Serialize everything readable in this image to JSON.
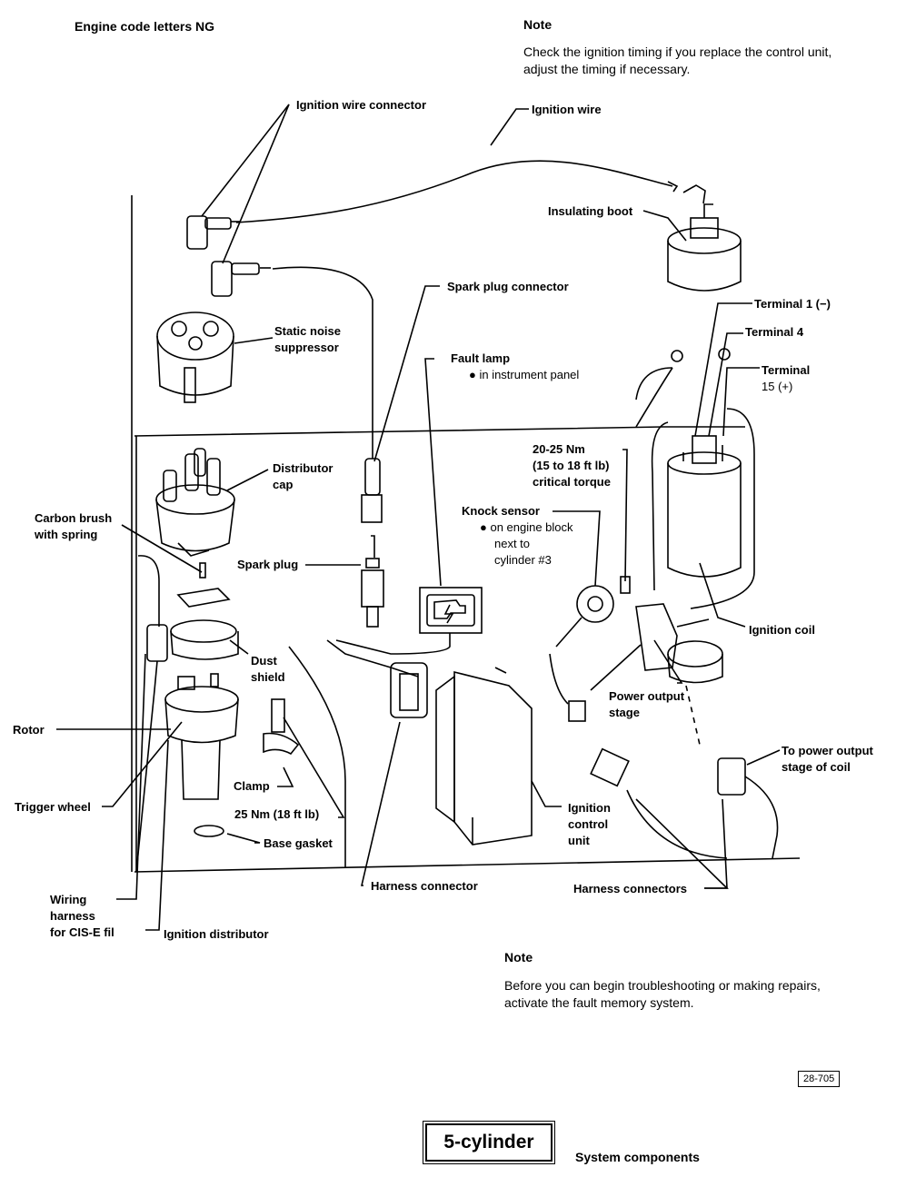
{
  "header": {
    "engine_code": "Engine code letters NG",
    "note_top_title": "Note",
    "note_top_text": "Check the ignition timing if you replace the control unit, adjust the timing if necessary."
  },
  "labels": {
    "ignition_wire_connector": "Ignition wire connector",
    "ignition_wire": "Ignition wire",
    "insulating_boot": "Insulating boot",
    "terminal_1": "Terminal 1 (−)",
    "terminal_4": "Terminal 4",
    "terminal_15_a": "Terminal",
    "terminal_15_b": "15 (+)",
    "spark_plug_connector": "Spark plug connector",
    "static_noise_1": "Static noise",
    "static_noise_2": "suppressor",
    "fault_lamp": "Fault lamp",
    "fault_lamp_sub": "● in instrument panel",
    "torque_1": "20-25 Nm",
    "torque_2": "(15 to 18 ft lb)",
    "torque_3": "critical torque",
    "distributor_cap_1": "Distributor",
    "distributor_cap_2": "cap",
    "carbon_brush_1": "Carbon brush",
    "carbon_brush_2": "with spring",
    "knock_sensor": "Knock sensor",
    "knock_sensor_sub1": "● on engine block",
    "knock_sensor_sub2": "next to",
    "knock_sensor_sub3": "cylinder #3",
    "spark_plug": "Spark plug",
    "ignition_coil": "Ignition coil",
    "dust_shield_1": "Dust",
    "dust_shield_2": "shield",
    "power_output_1": "Power output",
    "power_output_2": "stage",
    "rotor": "Rotor",
    "to_power_1": "To power output",
    "to_power_2": "stage of coil",
    "clamp": "Clamp",
    "trigger_wheel": "Trigger wheel",
    "torque_25": "25 Nm (18 ft lb)",
    "ignition_control_1": "Ignition",
    "ignition_control_2": "control",
    "ignition_control_3": "unit",
    "base_gasket": "Base gasket",
    "harness_connector": "Harness connector",
    "harness_connectors": "Harness connectors",
    "wiring_1": "Wiring",
    "wiring_2": "harness",
    "wiring_3": "for CIS-E fil",
    "ignition_distributor": "Ignition distributor"
  },
  "note_bottom": {
    "title": "Note",
    "text": "Before you can begin troubleshooting or making repairs, activate the fault memory system."
  },
  "footer": {
    "ref": "28-705",
    "cylinder": "5-cylinder",
    "caption": "System components"
  }
}
